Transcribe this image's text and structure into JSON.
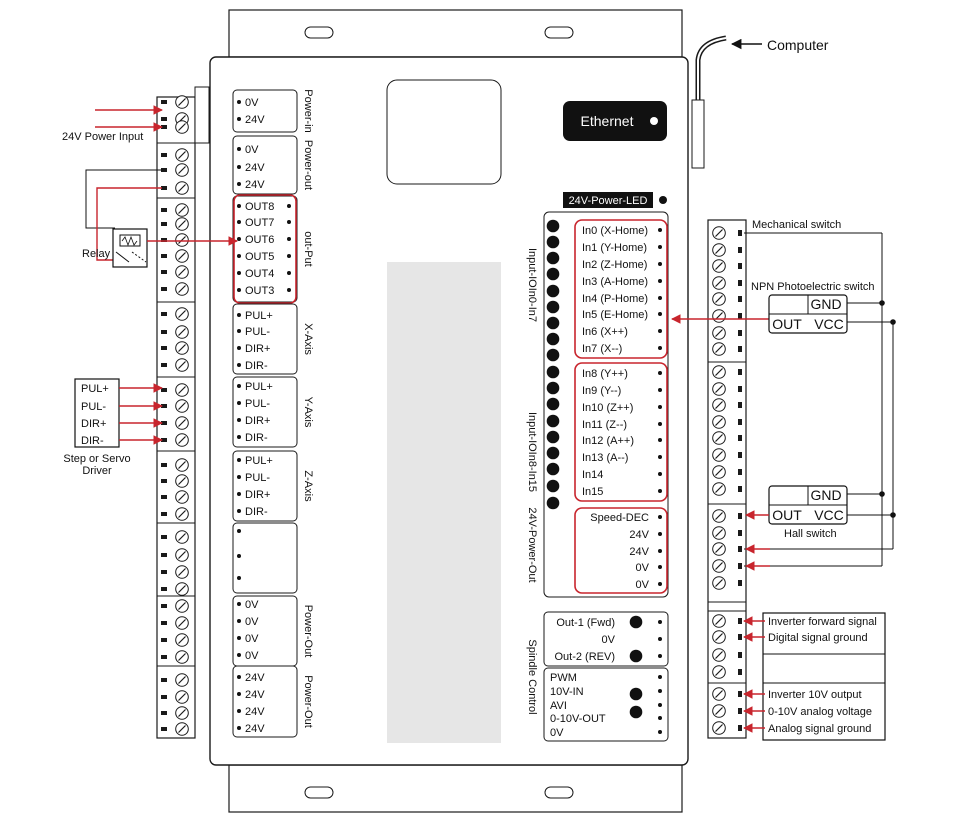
{
  "computer": "Computer",
  "ethernet": "Ethernet",
  "power_led": "24V-Power-LED",
  "power_input": "24V Power Input",
  "relay": "Relay",
  "driver": "Step or Servo\nDriver",
  "driver_signals": [
    "PUL+",
    "PUL-",
    "DIR+",
    "DIR-"
  ],
  "left_groups": [
    {
      "title": "Power-in",
      "items": [
        "0V",
        "24V"
      ]
    },
    {
      "title": "Power-out",
      "items": [
        "0V",
        "24V",
        "24V"
      ]
    },
    {
      "title": "out-Put",
      "items": [
        "OUT8",
        "OUT7",
        "OUT6",
        "OUT5",
        "OUT4",
        "OUT3"
      ]
    },
    {
      "title": "X-Axis",
      "items": [
        "PUL+",
        "PUL-",
        "DIR+",
        "DIR-"
      ]
    },
    {
      "title": "Y-Axis",
      "items": [
        "PUL+",
        "PUL-",
        "DIR+",
        "DIR-"
      ]
    },
    {
      "title": "Z-Axis",
      "items": [
        "PUL+",
        "PUL-",
        "DIR+",
        "DIR-"
      ]
    },
    {
      "title": "",
      "items": [
        "",
        "",
        ""
      ]
    },
    {
      "title": "Power-Out",
      "items": [
        "0V",
        "0V",
        "0V",
        "0V"
      ]
    },
    {
      "title": "Power-Out",
      "items": [
        "24V",
        "24V",
        "24V",
        "24V"
      ]
    }
  ],
  "input_group_1": {
    "title": "Input-IOIn0-In7",
    "items": [
      "In0 (X-Home)",
      "In1 (Y-Home)",
      "In2 (Z-Home)",
      "In3 (A-Home)",
      "In4 (P-Home)",
      "In5 (E-Home)",
      "In6 (X++)",
      "In7 (X--)"
    ]
  },
  "input_group_2": {
    "title": "Input-IOIn8-In15",
    "items": [
      "In8 (Y++)",
      "In9 (Y--)",
      "In10 (Z++)",
      "In11 (Z--)",
      "In12 (A++)",
      "In13 (A--)",
      "In14",
      "In15"
    ]
  },
  "power_out_group": {
    "title": "24V-Power-Out",
    "items": [
      "Speed-DEC",
      "24V",
      "24V",
      "0V",
      "0V"
    ]
  },
  "spindle": {
    "title": "Spindle Control",
    "box1": [
      "Out-1 (Fwd)",
      "0V",
      "Out-2 (REV)"
    ],
    "box2": [
      "PWM",
      "10V-IN",
      "AVI",
      "0-10V-OUT",
      "0V"
    ]
  },
  "mechanical_switch": "Mechanical switch",
  "npn_switch": "NPN Photoelectric switch",
  "hall_switch": "Hall switch",
  "sensor_pins": {
    "gnd": "GND",
    "out": "OUT",
    "vcc": "VCC"
  },
  "spindle_signals": [
    "Inverter forward signal",
    "Digital signal ground",
    "Inverter 10V output",
    "0-10V analog voltage",
    "Analog signal ground"
  ],
  "colors": {
    "wire_red": "#c8252d",
    "outline": "#1a1a1a",
    "panel_gray": "#e6e6e6",
    "ethernet_bg": "#111111"
  }
}
